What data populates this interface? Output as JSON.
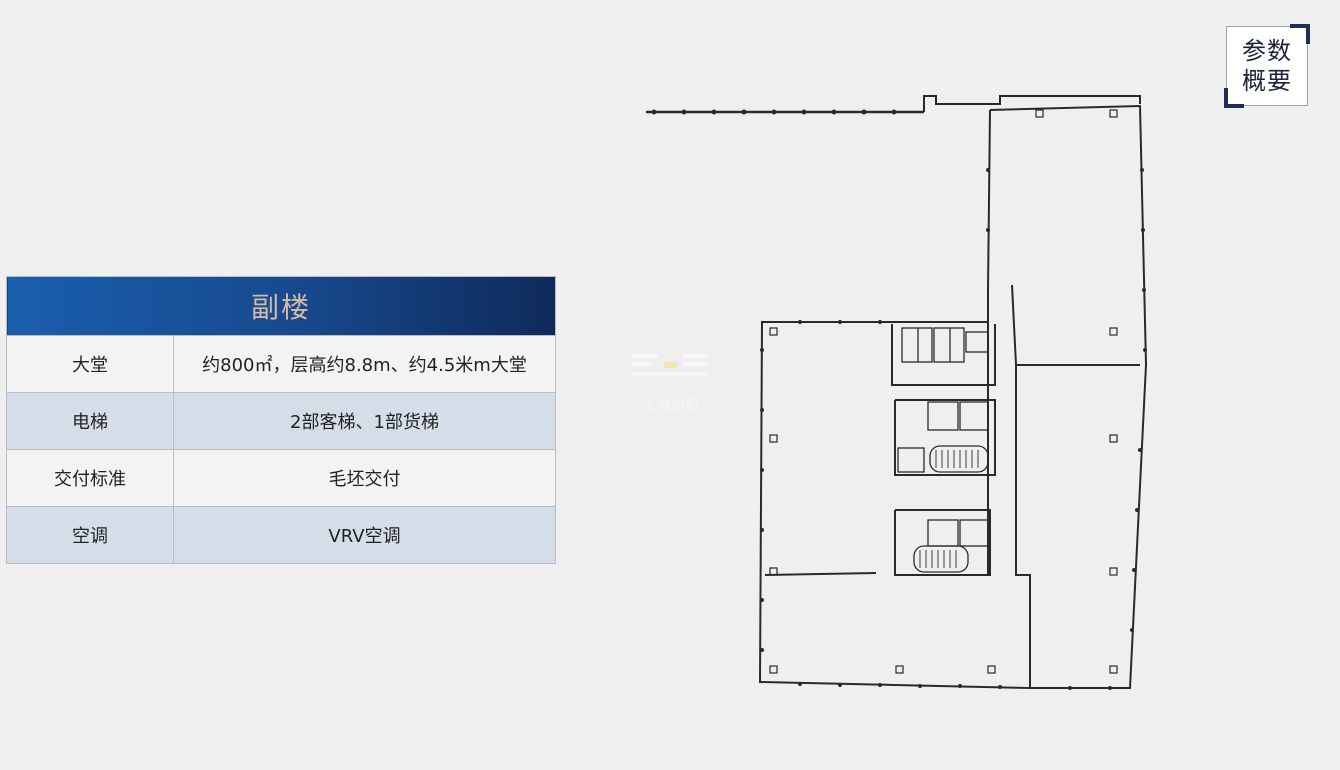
{
  "badge": {
    "line1": "参数",
    "line2": "概要"
  },
  "table": {
    "title": "副楼",
    "rows": [
      {
        "label": "大堂",
        "value": "约800㎡，层高约8.8m、约4.5米m大堂"
      },
      {
        "label": "电梯",
        "value": "2部客梯、1部货梯"
      },
      {
        "label": "交付标准",
        "value": "毛坯交付"
      },
      {
        "label": "空调",
        "value": "VRV空调"
      }
    ]
  },
  "watermark": {
    "text": "上海出租"
  },
  "colors": {
    "header_start": "#1a5fad",
    "header_end": "#0f2a5a",
    "header_text": "#d7b9a8",
    "row_alt": "#d5dde8",
    "badge_accent": "#1c2f55"
  }
}
